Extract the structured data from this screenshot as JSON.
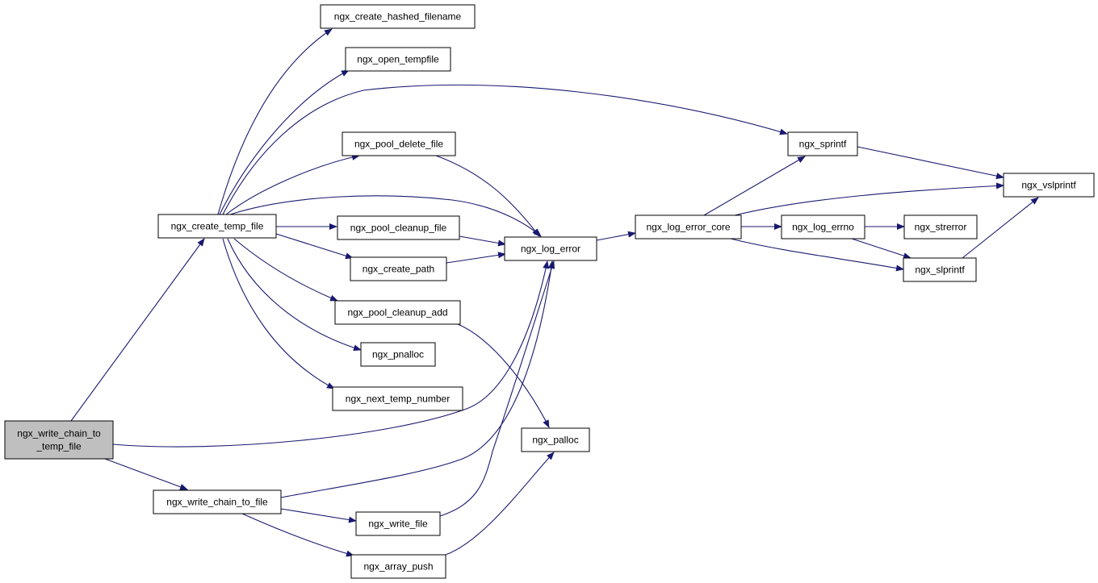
{
  "colors": {
    "edge": "#191970",
    "node_fill": "#ffffff",
    "root_fill": "#bfbfbf",
    "node_border": "#000000"
  },
  "nodes": [
    {
      "id": "write_chain_to_temp_file",
      "lines": [
        "ngx_write_chain_to",
        "_temp_file"
      ],
      "root": true
    },
    {
      "id": "create_temp_file",
      "lines": [
        "ngx_create_temp_file"
      ]
    },
    {
      "id": "write_chain_to_file",
      "lines": [
        "ngx_write_chain_to_file"
      ]
    },
    {
      "id": "create_hashed_filename",
      "lines": [
        "ngx_create_hashed_filename"
      ]
    },
    {
      "id": "open_tempfile",
      "lines": [
        "ngx_open_tempfile"
      ]
    },
    {
      "id": "pool_delete_file",
      "lines": [
        "ngx_pool_delete_file"
      ]
    },
    {
      "id": "pool_cleanup_file",
      "lines": [
        "ngx_pool_cleanup_file"
      ]
    },
    {
      "id": "create_path",
      "lines": [
        "ngx_create_path"
      ]
    },
    {
      "id": "pool_cleanup_add",
      "lines": [
        "ngx_pool_cleanup_add"
      ]
    },
    {
      "id": "pnalloc",
      "lines": [
        "ngx_pnalloc"
      ]
    },
    {
      "id": "next_temp_number",
      "lines": [
        "ngx_next_temp_number"
      ]
    },
    {
      "id": "write_file",
      "lines": [
        "ngx_write_file"
      ]
    },
    {
      "id": "array_push",
      "lines": [
        "ngx_array_push"
      ]
    },
    {
      "id": "log_error",
      "lines": [
        "ngx_log_error"
      ]
    },
    {
      "id": "palloc",
      "lines": [
        "ngx_palloc"
      ]
    },
    {
      "id": "log_error_core",
      "lines": [
        "ngx_log_error_core"
      ]
    },
    {
      "id": "sprintf",
      "lines": [
        "ngx_sprintf"
      ]
    },
    {
      "id": "log_errno",
      "lines": [
        "ngx_log_errno"
      ]
    },
    {
      "id": "strerror",
      "lines": [
        "ngx_strerror"
      ]
    },
    {
      "id": "slprintf",
      "lines": [
        "ngx_slprintf"
      ]
    },
    {
      "id": "vslprintf",
      "lines": [
        "ngx_vslprintf"
      ]
    }
  ],
  "edges": [
    {
      "from": "write_chain_to_temp_file",
      "to": "create_temp_file"
    },
    {
      "from": "write_chain_to_temp_file",
      "to": "log_error"
    },
    {
      "from": "write_chain_to_temp_file",
      "to": "write_chain_to_file"
    },
    {
      "from": "create_temp_file",
      "to": "create_hashed_filename"
    },
    {
      "from": "create_temp_file",
      "to": "open_tempfile"
    },
    {
      "from": "create_temp_file",
      "to": "sprintf"
    },
    {
      "from": "create_temp_file",
      "to": "pool_delete_file"
    },
    {
      "from": "create_temp_file",
      "to": "log_error"
    },
    {
      "from": "create_temp_file",
      "to": "pool_cleanup_file"
    },
    {
      "from": "create_temp_file",
      "to": "create_path"
    },
    {
      "from": "create_temp_file",
      "to": "pool_cleanup_add"
    },
    {
      "from": "create_temp_file",
      "to": "pnalloc"
    },
    {
      "from": "create_temp_file",
      "to": "next_temp_number"
    },
    {
      "from": "pool_delete_file",
      "to": "log_error"
    },
    {
      "from": "pool_cleanup_file",
      "to": "log_error"
    },
    {
      "from": "create_path",
      "to": "log_error"
    },
    {
      "from": "pool_cleanup_add",
      "to": "palloc"
    },
    {
      "from": "log_error",
      "to": "log_error_core"
    },
    {
      "from": "log_error_core",
      "to": "sprintf"
    },
    {
      "from": "log_error_core",
      "to": "vslprintf"
    },
    {
      "from": "log_error_core",
      "to": "log_errno"
    },
    {
      "from": "log_error_core",
      "to": "slprintf"
    },
    {
      "from": "sprintf",
      "to": "vslprintf"
    },
    {
      "from": "log_errno",
      "to": "strerror"
    },
    {
      "from": "log_errno",
      "to": "slprintf"
    },
    {
      "from": "slprintf",
      "to": "vslprintf"
    },
    {
      "from": "write_chain_to_file",
      "to": "log_error"
    },
    {
      "from": "write_chain_to_file",
      "to": "write_file"
    },
    {
      "from": "write_chain_to_file",
      "to": "array_push"
    },
    {
      "from": "write_file",
      "to": "log_error"
    },
    {
      "from": "array_push",
      "to": "palloc"
    }
  ]
}
